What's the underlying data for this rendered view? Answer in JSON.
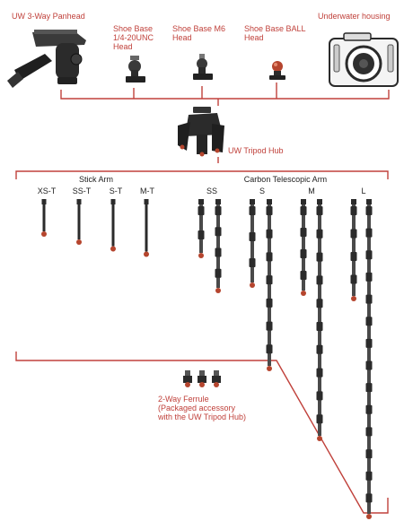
{
  "colors": {
    "accent": "#c0413b",
    "text_dark": "#222222",
    "metal_dark": "#2b2b2b",
    "carbon": "#4a4a4a",
    "tip": "#b5452e"
  },
  "top_row": {
    "panhead": "UW 3-Way Panhead",
    "shoe_unc": "Shoe Base 1/4-20UNC Head",
    "shoe_m6": "Shoe Base M6 Head",
    "shoe_ball": "Shoe Base BALL Head",
    "housing": "Underwater housing"
  },
  "hub": {
    "label": "UW Tripod Hub"
  },
  "groups": {
    "stick": "Stick Arm",
    "carbon": "Carbon Telescopic Arm"
  },
  "arms": {
    "stick": [
      {
        "label": "XS-T",
        "length": 1.0
      },
      {
        "label": "SS-T",
        "length": 1.3
      },
      {
        "label": "S-T",
        "length": 1.55
      },
      {
        "label": "M-T",
        "length": 1.75
      }
    ],
    "carbon": [
      {
        "label": "SS",
        "sizes": [
          1.8,
          3.1
        ]
      },
      {
        "label": "S",
        "sizes": [
          2.9,
          6.0
        ]
      },
      {
        "label": "M",
        "sizes": [
          3.2,
          8.6
        ]
      },
      {
        "label": "L",
        "sizes": [
          3.4,
          11.5
        ]
      }
    ]
  },
  "ferrule": {
    "line1": "2-Way Ferrule",
    "line2": "(Packaged accessory",
    "line3": "with the UW Tripod Hub)"
  }
}
